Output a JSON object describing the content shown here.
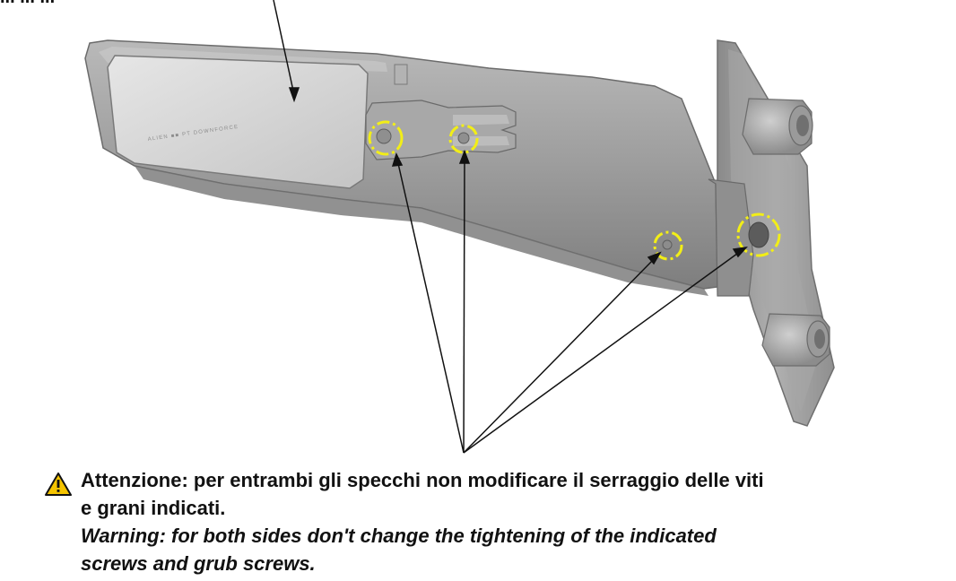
{
  "top_caption": "...     ...  ...",
  "warning": {
    "icon": "warning-triangle-icon",
    "it_line1": "Attenzione: per entrambi gli specchi non modificare il serraggio delle viti",
    "it_line2": "e grani indicati.",
    "en_line1": "Warning: for both sides don't change the tightening of the indicated",
    "en_line2": "screws and grub screws."
  },
  "mirror_glass_text": "ALIEN  ■■  PT DOWNFORCE",
  "colors": {
    "highlight": "#f2ee17",
    "metal": "#9a9a9a",
    "glass": "#d9d9d9",
    "warning_fill": "#f5c400"
  }
}
